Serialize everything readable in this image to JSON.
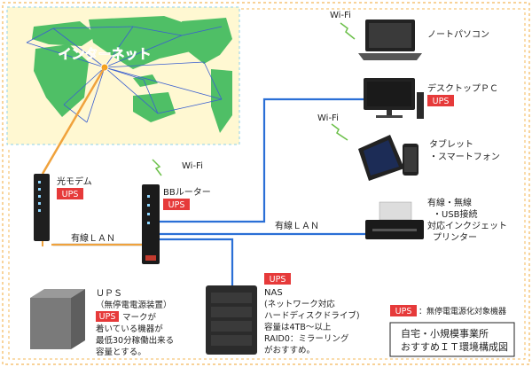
{
  "internet_label": "インターネット",
  "ups_badge": "UPS",
  "wifi_label": "Wi-Fi",
  "wired_lan_label": "有線ＬＡＮ",
  "devices": {
    "modem": "光モデム",
    "router": "BBルーター",
    "laptop": "ノートパソコン",
    "desktop": "デスクトップＰＣ",
    "tablet_1": "タブレット",
    "tablet_2": "・スマートフォン",
    "printer_1": "有線・無線",
    "printer_2": "・USB接続",
    "printer_3": "対応インクジェット",
    "printer_4": "プリンター",
    "nas_title": "NAS",
    "nas_1": "(ネットワーク対応",
    "nas_2": "ハードディスクドライブ)",
    "nas_3": "容量は4TB～以上",
    "nas_4": "RAID0：ミラーリング",
    "nas_5": "がおすすめ。",
    "ups_title": "ＵＰＳ",
    "ups_1": "（無停電電源装置）",
    "ups_2": "マークが",
    "ups_3": "着いている機器が",
    "ups_4": "最低30分稼働出来る",
    "ups_5": "容量とする。"
  },
  "legend": {
    "badge_desc": "：無停電電源化対象機器",
    "title_1": "自宅・小規模事業所",
    "title_2": "おすすめＩＴ環境構成図"
  },
  "colors": {
    "fiber": "#f0a23c",
    "lan": "#2a6fd6",
    "ups_red": "#e63a3a",
    "map_green": "#4fbf66",
    "map_bg": "#fff8d2",
    "border_dash": "#f4b85a"
  }
}
